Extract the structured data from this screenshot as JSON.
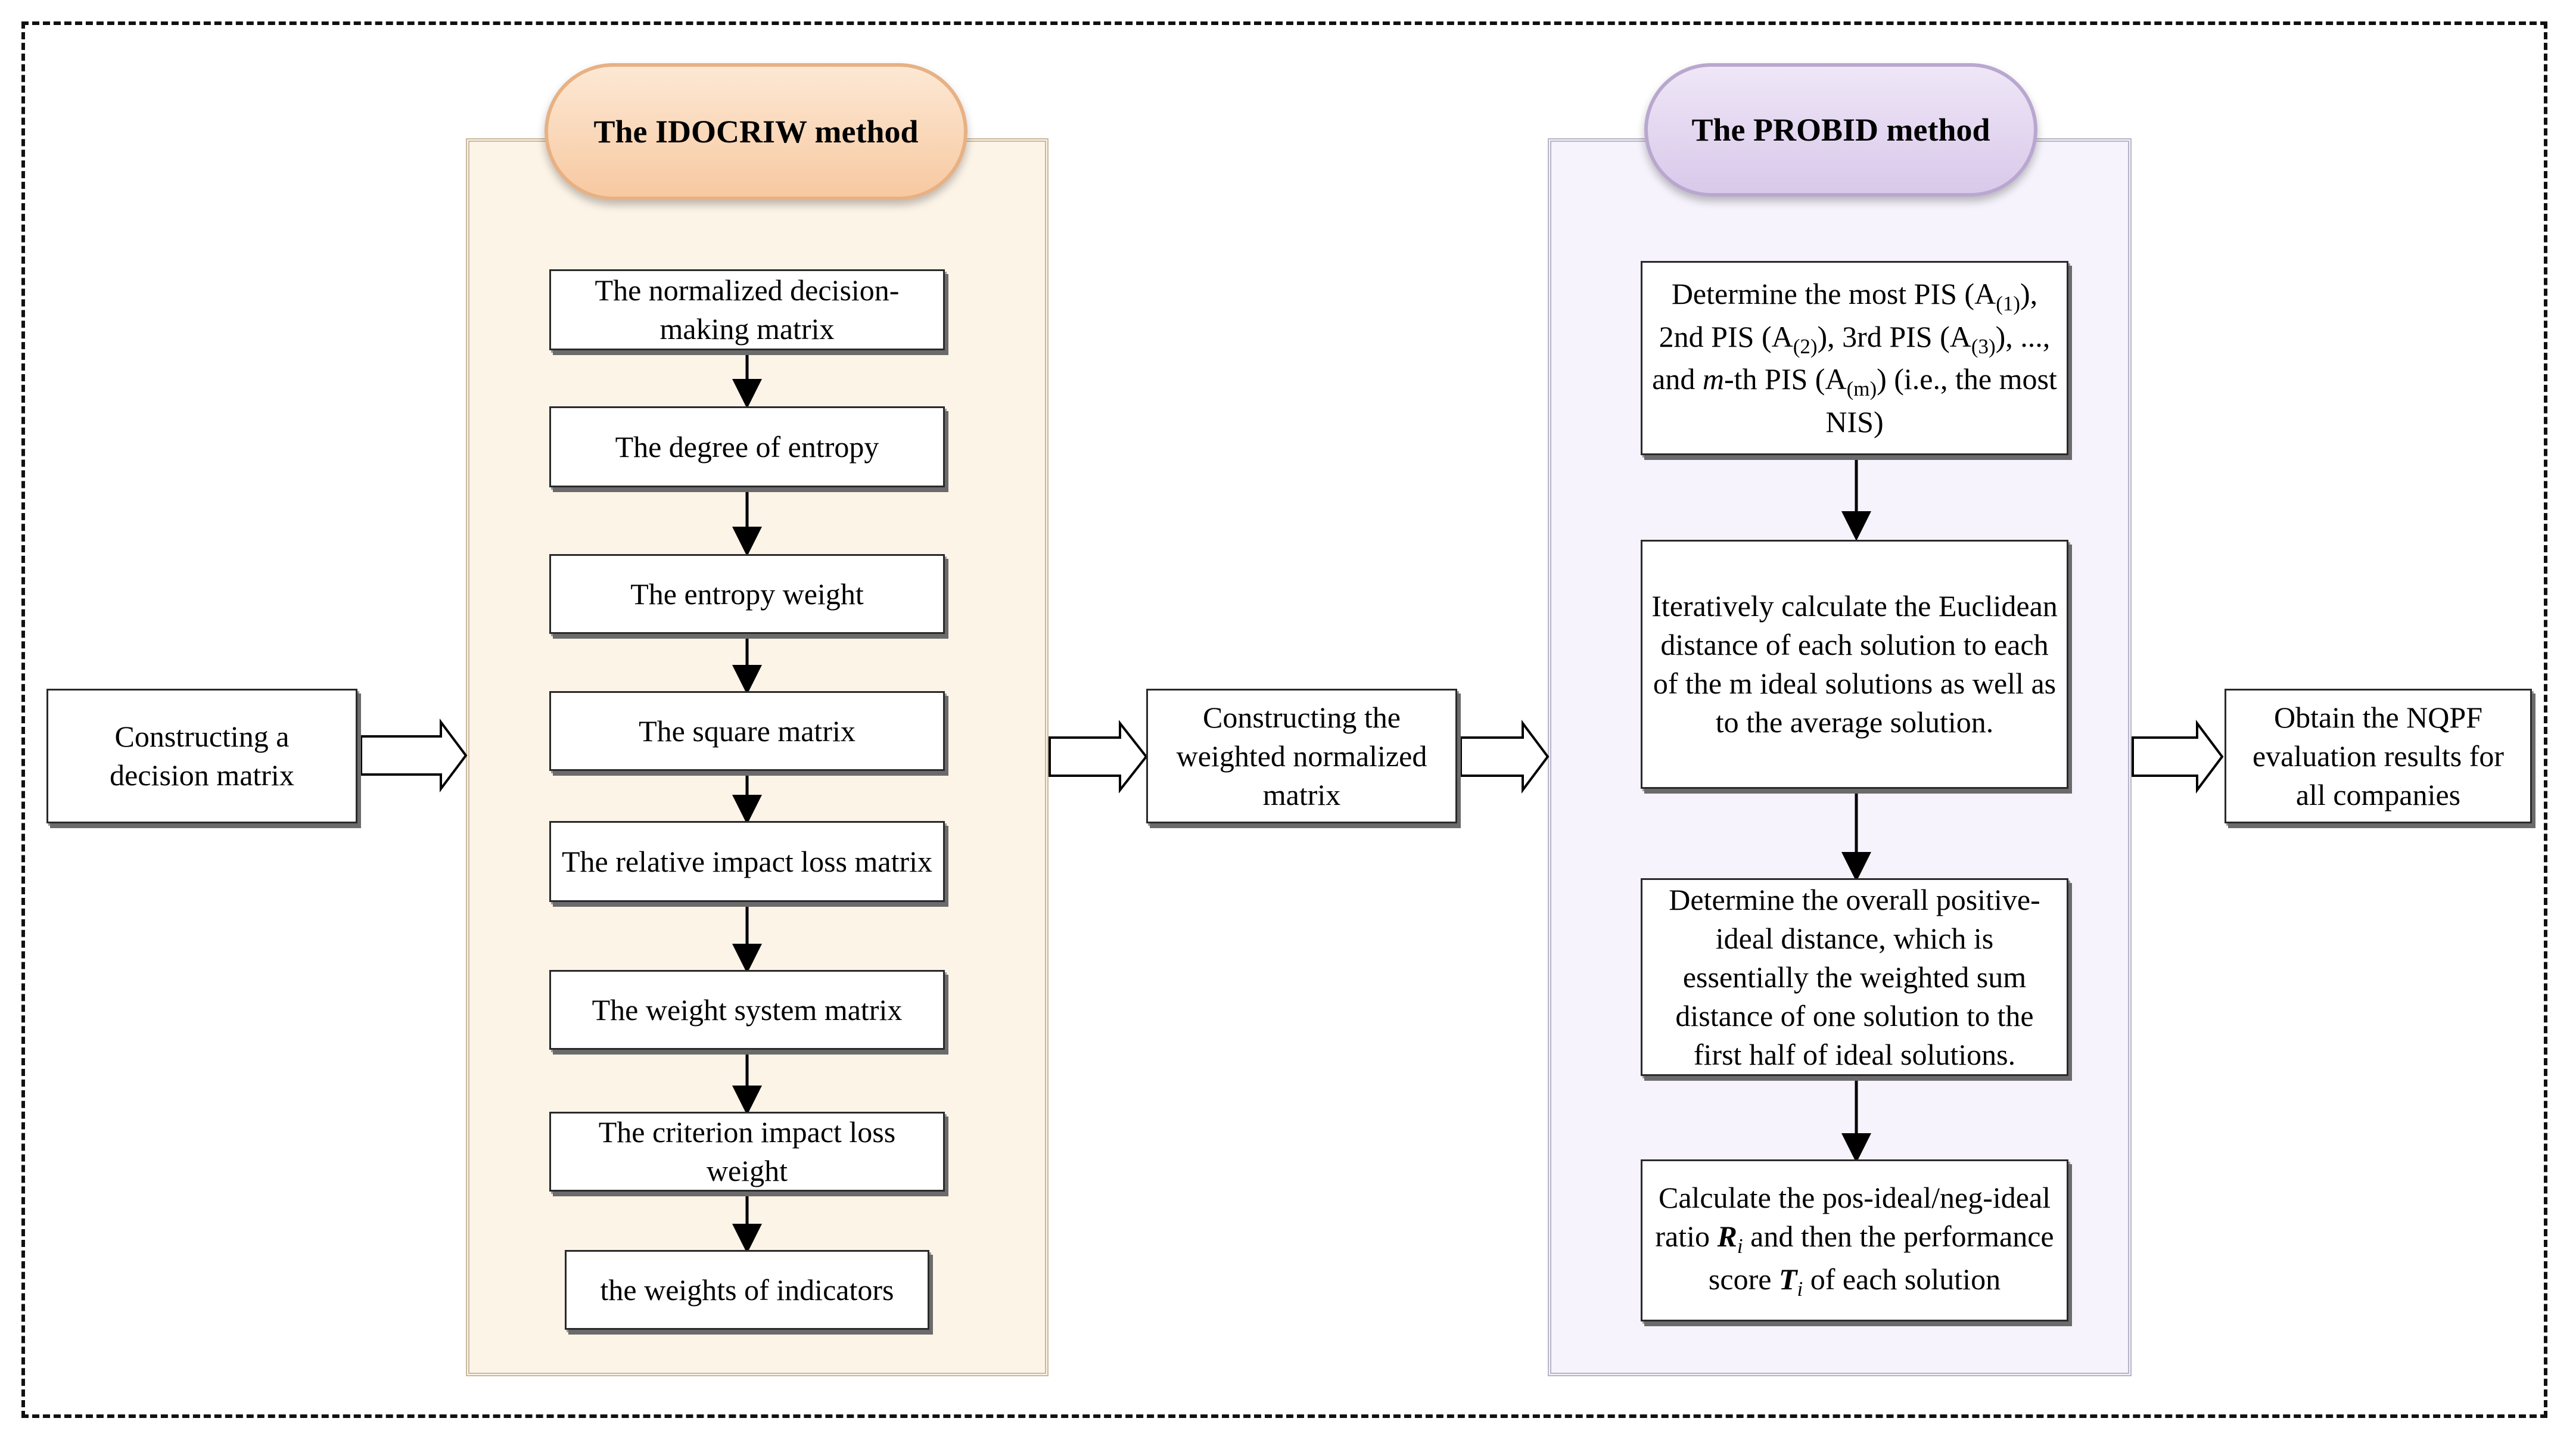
{
  "idocriw": {
    "title": "The IDOCRIW method",
    "steps": [
      "The normalized decision-making matrix",
      "The degree of entropy",
      "The entropy weight",
      "The square matrix",
      "The relative impact loss matrix",
      "The weight system matrix",
      "The criterion impact loss weight",
      "the weights of indicators"
    ]
  },
  "probid": {
    "title": "The PROBID method",
    "step1": {
      "a": "Determine the most PIS (A",
      "a_sub": "(1)",
      "b": "), 2nd PIS (A",
      "b_sub": "(2)",
      "c": "), 3rd PIS (A",
      "c_sub": "(3)",
      "d": "), ..., and ",
      "m": "m",
      "e": "-th PIS (A",
      "e_sub": "(m)",
      "f": ") (i.e., the most NIS)"
    },
    "step2": "Iteratively calculate the Euclidean distance of each solution to each of the m ideal solutions as well as to the average solution.",
    "step3": "Determine the overall positive-ideal distance, which is essentially the weighted sum distance of one solution to the first half of ideal solutions.",
    "step4": {
      "a": "Calculate the pos-ideal/neg-ideal ratio ",
      "R": "R",
      "R_sub": "i",
      "b": " and then the performance score ",
      "T": "T",
      "T_sub": "i",
      "c": " of each solution"
    }
  },
  "flow": {
    "start": "Constructing a decision matrix",
    "middle": "Constructing the weighted normalized matrix",
    "end": "Obtain the NQPF evaluation results for all companies"
  }
}
